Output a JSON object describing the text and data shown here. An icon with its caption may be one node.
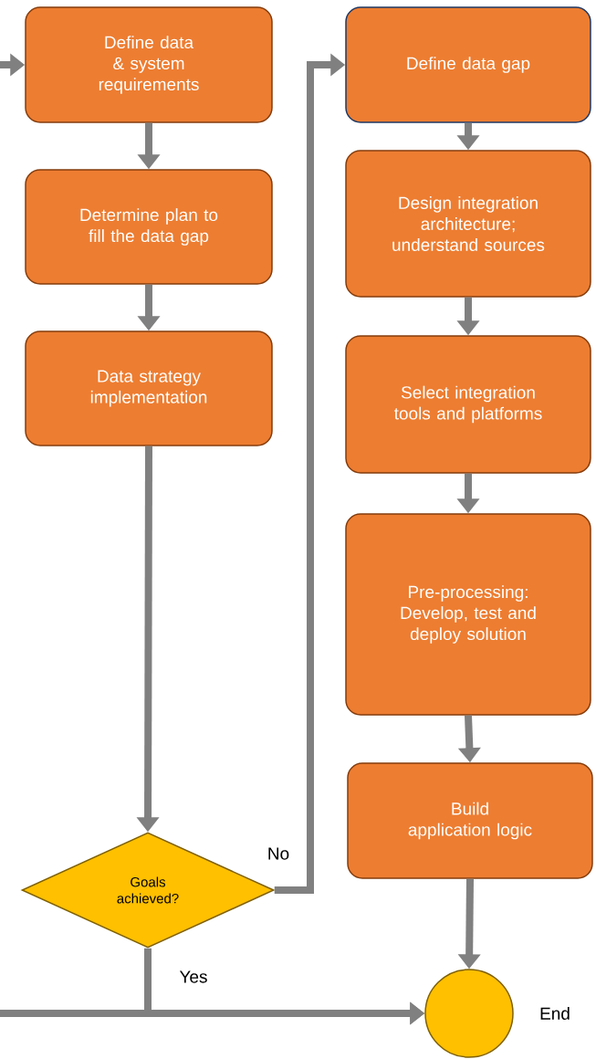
{
  "diagram": {
    "nodes": [
      {
        "text": [
          "Define data & system requirements"
        ]
      },
      {
        "text": [
          "Determine plan to fill the data gap"
        ]
      },
      {
        "text": [
          "Data strategy implementation"
        ]
      },
      {
        "text": [
          "Goals achieved?"
        ]
      },
      {
        "text": [
          "Define data gap"
        ]
      },
      {
        "text": [
          "Design integration architecture; understand sources"
        ]
      },
      {
        "text": [
          "Select integration tools and platforms"
        ]
      },
      {
        "text": [
          "Pre-processing: Develop, test and deploy solution"
        ]
      },
      {
        "text": [
          "Build application logic"
        ]
      },
      {
        "text": [],
        "shape": "circle",
        "beside": [
          "End"
        ]
      }
    ],
    "edges": [
      {
        "from": null,
        "to": 0,
        "arrow": "to"
      },
      {
        "from": 0,
        "to": 1,
        "arrow": "to"
      },
      {
        "from": 1,
        "to": 2,
        "arrow": "to"
      },
      {
        "from": 2,
        "to": 3,
        "arrow": "to"
      },
      {
        "from": 3,
        "to": 4,
        "arrow": "to",
        "label": "No"
      },
      {
        "from": 4,
        "to": 5,
        "arrow": "to"
      },
      {
        "from": 5,
        "to": 6,
        "arrow": "to"
      },
      {
        "from": 6,
        "to": 7,
        "arrow": "to"
      },
      {
        "from": 7,
        "to": 8,
        "arrow": "to"
      },
      {
        "from": 8,
        "to": 9,
        "arrow": "to"
      },
      {
        "from": 3,
        "to": 9,
        "arrow": "to",
        "label": "Yes"
      },
      {
        "from": null,
        "to": 9,
        "arrow": "to"
      }
    ]
  }
}
